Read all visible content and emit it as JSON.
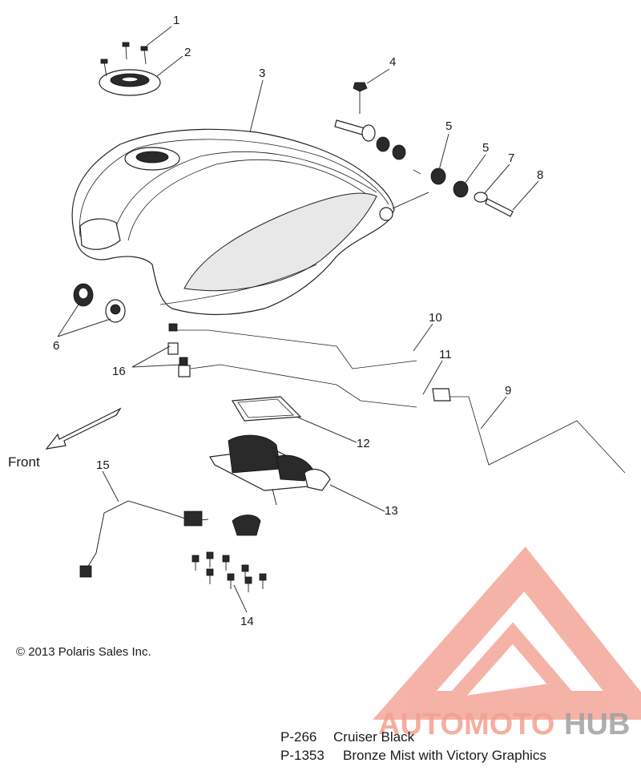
{
  "callouts": [
    "1",
    "2",
    "3",
    "4",
    "5",
    "5",
    "6",
    "7",
    "8",
    "9",
    "10",
    "11",
    "12",
    "13",
    "14",
    "15",
    "16"
  ],
  "front_label": "Front",
  "copyright": "© 2013 Polaris Sales Inc.",
  "watermark": {
    "text_a": "AUTOMOTO",
    "text_b": "HUB",
    "color_a": "#f4a08f",
    "color_b": "#a0a0a0",
    "logo_color": "#f29a8c"
  },
  "variants": [
    {
      "code": "P-266",
      "name": "Cruiser Black"
    },
    {
      "code": "P-1353",
      "name": "Bronze Mist with Victory Graphics"
    }
  ]
}
